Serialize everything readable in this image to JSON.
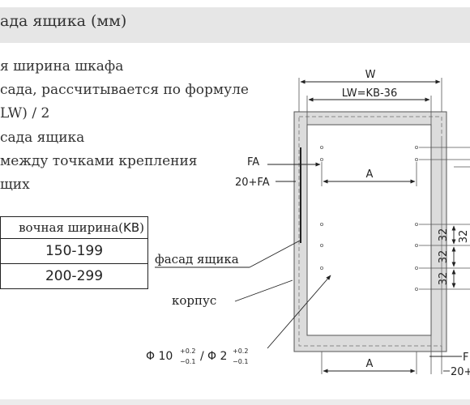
{
  "header": {
    "title": "ада ящика (мм)"
  },
  "description": {
    "lines": [
      "я ширина шкафа",
      "сада, рассчитывается по формуле",
      " LW) / 2",
      "сада ящика",
      "между точками крепления",
      "щих"
    ]
  },
  "table": {
    "header_prefix": "вочная ширина(",
    "header_kb": "KB",
    "header_suffix": ")",
    "rows": [
      "150-199",
      "200-299"
    ]
  },
  "diagram": {
    "label_w": "W",
    "label_lw": "LW=KB-36",
    "label_fa": "FA",
    "label_20fa": "20+FA",
    "label_a_top": "A",
    "label_a_bottom": "A",
    "label_32": "32",
    "label_facade": "фасад ящика",
    "label_body": "корпус",
    "label_f10": "Φ 10",
    "label_f10_tol_up": "+0.2",
    "label_f10_tol_down": "−0.1",
    "label_slash": "/",
    "label_f2": "Φ 2",
    "label_f2_tol_up": "+0.2",
    "label_f2_tol_down": "−0.1",
    "label_f_right": "F",
    "label_20_right": "20+"
  }
}
